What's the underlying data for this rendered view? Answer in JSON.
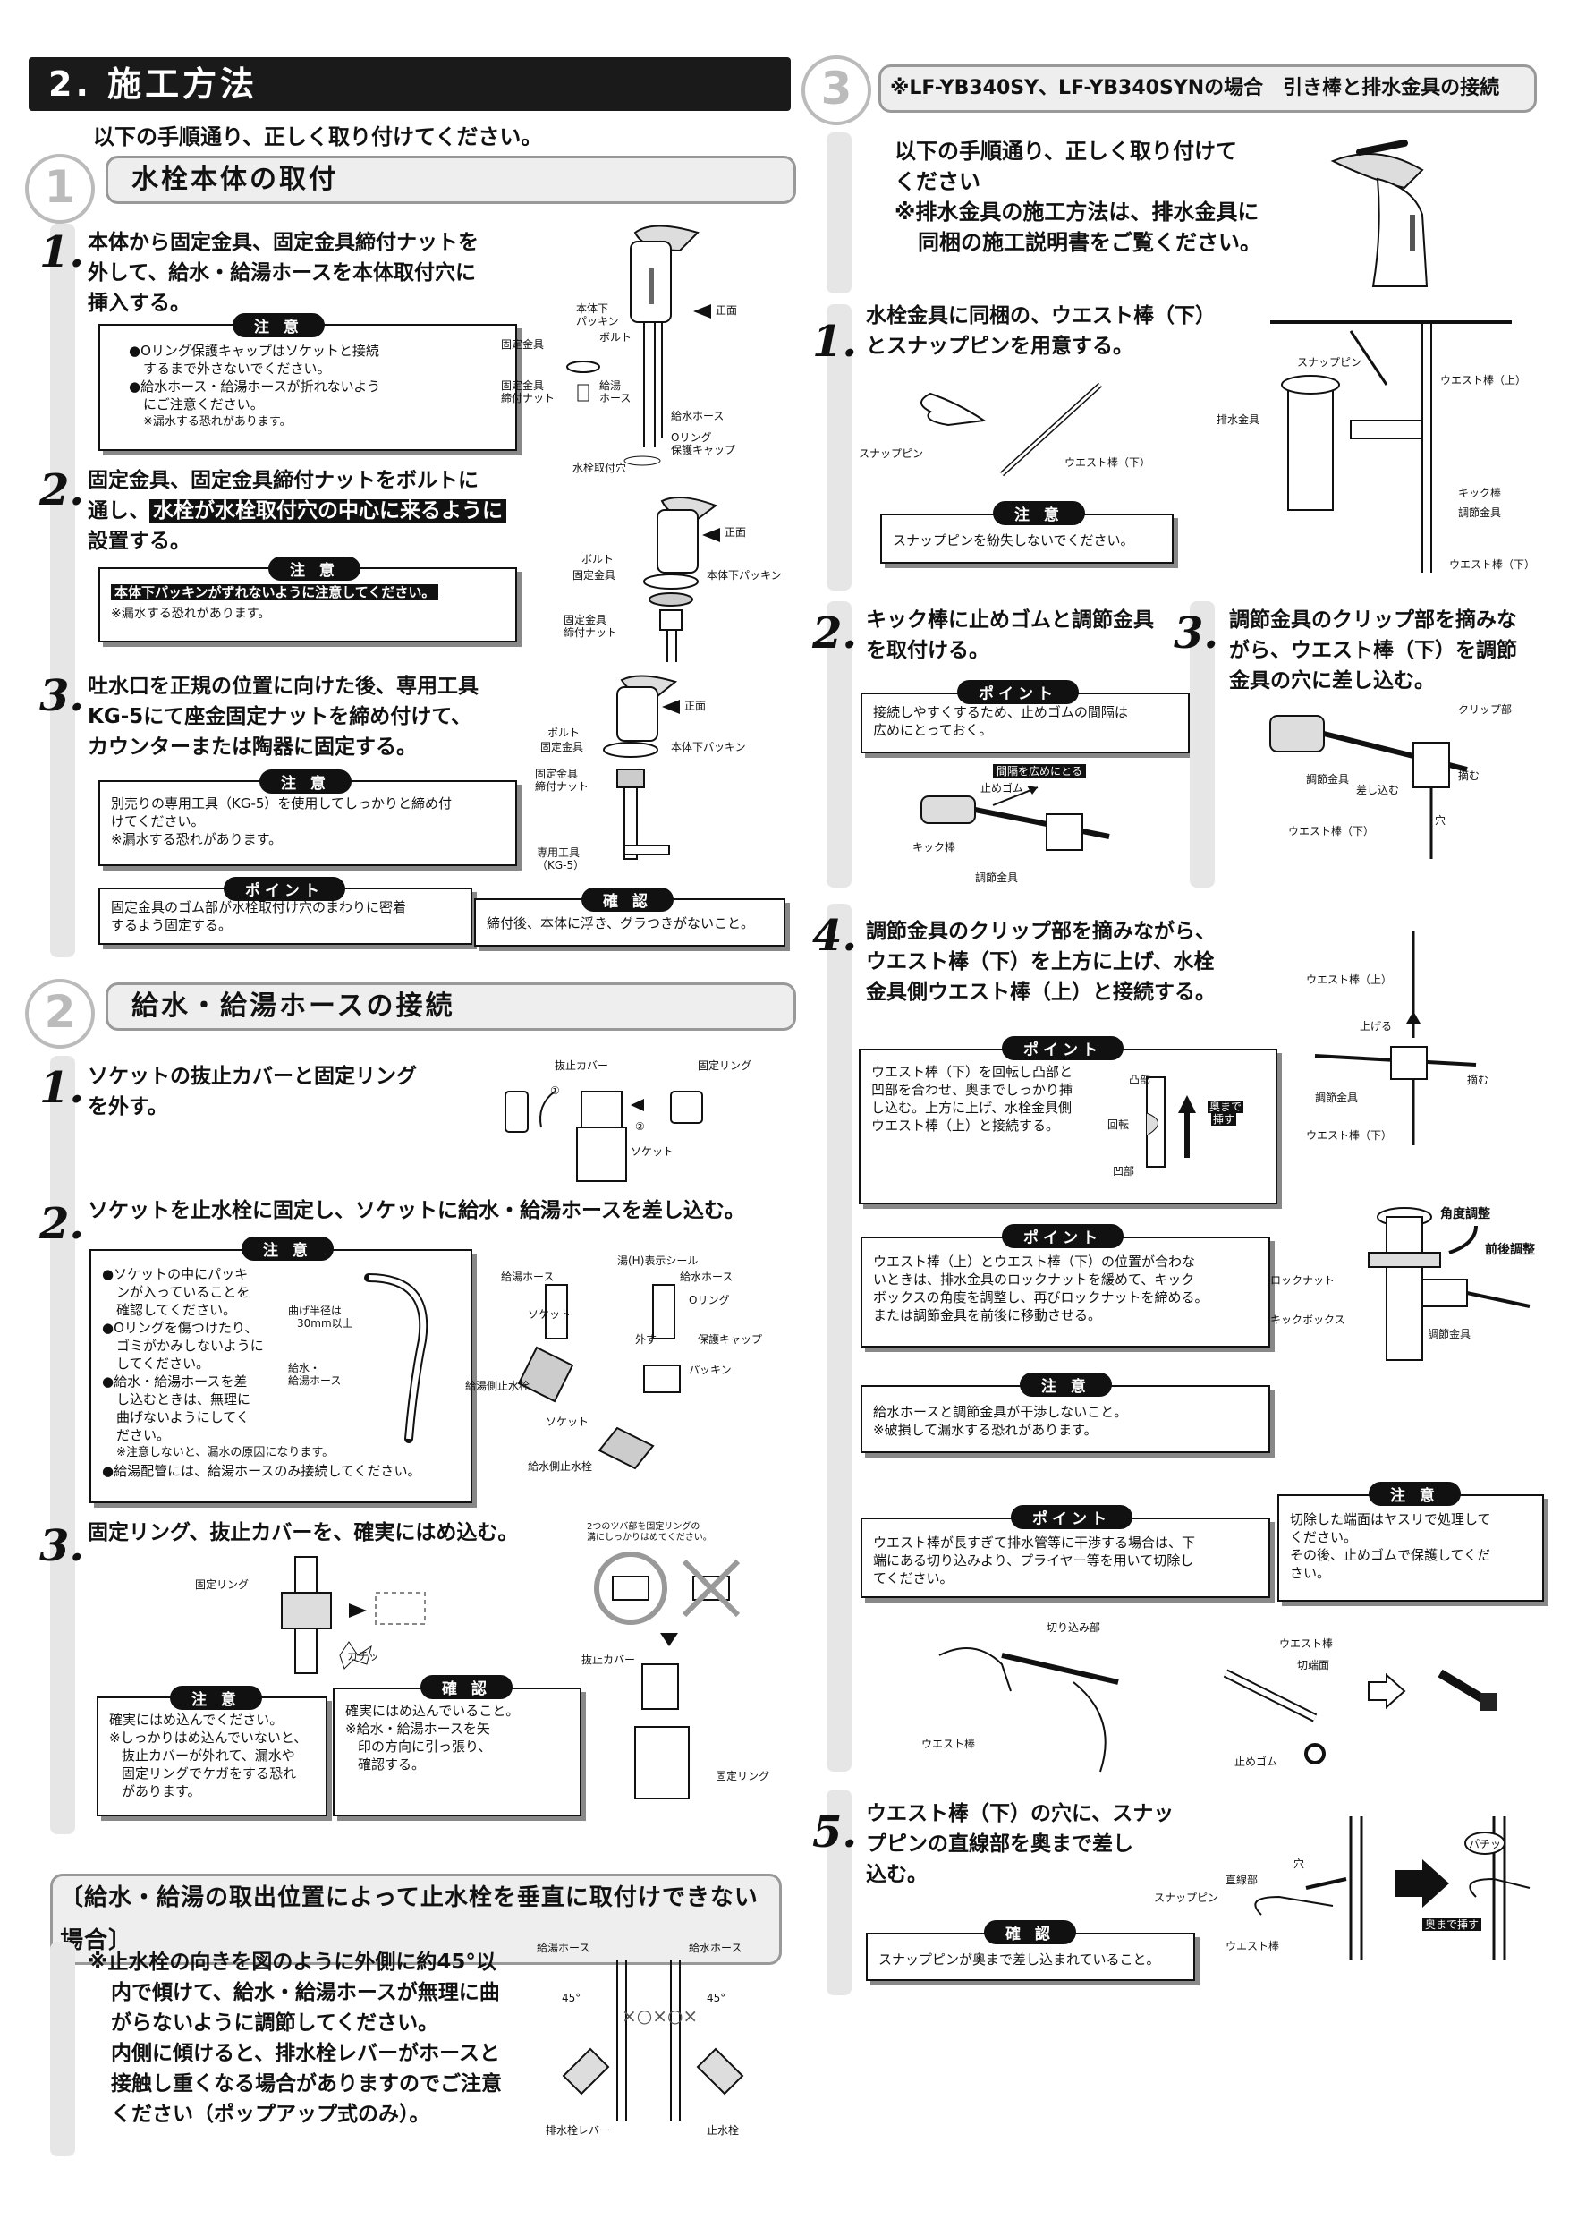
{
  "left": {
    "title": "2. 施工方法",
    "intro": "以下の手順通り、正しく取り付けてください。",
    "sec1": {
      "num": "1",
      "title": "水栓本体の取付",
      "step1": {
        "num": "1.",
        "l1": "本体から固定金具、固定金具締付ナットを",
        "l2": "外して、給水・給湯ホースを本体取付穴に",
        "l3": "挿入する。"
      },
      "note1": {
        "tag": "注 意",
        "l1": "●Oリング保護キャップはソケットと接続",
        "l2": "するまで外さないでください。",
        "l3": "●給水ホース・給湯ホースが折れないよう",
        "l4": "にご注意ください。",
        "l5": "※漏水する恐れがあります。"
      },
      "fig1": {
        "a": "本体下",
        "b": "パッキン",
        "c": "ボルト",
        "d": "正面",
        "e": "固定金具",
        "f": "固定金具",
        "g": "締付ナット",
        "h": "給湯",
        "i": "ホース",
        "j": "給水ホース",
        "k": "Oリング",
        "l": "保護キャップ",
        "m": "水栓取付穴"
      },
      "step2": {
        "num": "2.",
        "l1": "固定金具、固定金具締付ナットをボルトに",
        "l2a": "通し、",
        "l2b": "水栓が水栓取付穴の中心に来るように",
        "l3": "設置する。"
      },
      "note2": {
        "tag": "注 意",
        "l1": "本体下パッキンがずれないように注意してください。",
        "l2": "※漏水する恐れがあります。"
      },
      "fig2": {
        "a": "正面",
        "b": "ボルト",
        "c": "固定金具",
        "d": "本体下パッキン",
        "e": "固定金具",
        "f": "締付ナット"
      },
      "step3": {
        "num": "3.",
        "l1": "吐水口を正規の位置に向けた後、専用工具",
        "l2": "KG-5にて座金固定ナットを締め付けて、",
        "l3": "カウンターまたは陶器に固定する。"
      },
      "note3": {
        "tag": "注 意",
        "l1": "別売りの専用工具（KG-5）を使用してしっかりと締め付",
        "l2": "けてください。",
        "l3": "※漏水する恐れがあります。"
      },
      "fig3": {
        "a": "正面",
        "b": "ボルト",
        "c": "固定金具",
        "d": "本体下パッキン",
        "e": "固定金具",
        "f": "締付ナット",
        "g": "専用工具",
        "h": "（KG-5）"
      },
      "point3": {
        "tag": "ポイント",
        "l1": "固定金具のゴム部が水栓取付け穴のまわりに密着",
        "l2": "するよう固定する。"
      },
      "check3": {
        "tag": "確 認",
        "l1": "締付後、本体に浮き、グラつきがないこと。"
      }
    },
    "sec2": {
      "num": "2",
      "title": "給水・給湯ホースの接続",
      "step1": {
        "num": "1.",
        "l1": "ソケットの抜止カバーと固定リング",
        "l2": "を外す。"
      },
      "fig1": {
        "a": "抜止カバー",
        "b": "固定リング",
        "c": "ソケット",
        "d": "①",
        "e": "②"
      },
      "step2": {
        "num": "2.",
        "l1": "ソケットを止水栓に固定し、ソケットに給水・給湯ホースを差し込む。"
      },
      "note2": {
        "tag": "注 意",
        "l1": "●ソケットの中にパッキ",
        "l2": "ンが入っていることを",
        "l3": "確認してください。",
        "l4": "●Oリングを傷つけたり、",
        "l5": "ゴミがかみしないように",
        "l6": "してください。",
        "l7": "●給水・給湯ホースを差",
        "l8": "し込むときは、無理に",
        "l9": "曲げないようにしてく",
        "l10": "ださい。",
        "l11": "※注意しないと、漏水の原因になります。",
        "l12": "●給湯配管には、給湯ホースのみ接続してください。",
        "r1": "曲げ半径は",
        "r2": "30mm以上",
        "r3": "給水・",
        "r4": "給湯ホース"
      },
      "fig2": {
        "a": "給湯ホース",
        "b": "湯(H)表示シール",
        "c": "給水ホース",
        "d": "ソケット",
        "e": "Oリング",
        "f": "外す",
        "g": "保護キャップ",
        "h": "給湯側止水栓",
        "i": "パッキン",
        "j": "ソケット",
        "k": "給水側止水栓"
      },
      "step3": {
        "num": "3.",
        "l1": "固定リング、抜止カバーを、確実にはめ込む。"
      },
      "fig3": {
        "a": "固定リング",
        "b": "カチッ",
        "c": "2つのツバ部を固定リングの",
        "d": "溝にしっかりはめてください。",
        "e": "抜止カバー",
        "f": "固定リング"
      },
      "note3": {
        "tag": "注 意",
        "l1": "確実にはめ込んでください。",
        "l2": "※しっかりはめ込んでいないと、",
        "l3": "抜止カバーが外れて、漏水や",
        "l4": "固定リングでケガをする恐れ",
        "l5": "があります。"
      },
      "check3": {
        "tag": "確 認",
        "l1": "確実にはめ込んでいること。",
        "l2": "※給水・給湯ホースを矢",
        "l3": "印の方向に引っ張り、",
        "l4": "確認する。"
      }
    },
    "sec3": {
      "title": "〔給水・給湯の取出位置によって止水栓を垂直に取付けできない場合〕",
      "l1": "※止水栓の向きを図のように外側に約45°以",
      "l2": "内で傾けて、給水・給湯ホースが無理に曲",
      "l3": "がらないように調節してください。",
      "l4": "内側に傾けると、排水栓レバーがホースと",
      "l5": "接触し重くなる場合がありますのでご注意",
      "l6": "ください（ポップアップ式のみ）。",
      "fig": {
        "a": "給湯ホース",
        "b": "給水ホース",
        "c": "45°",
        "d": "45°",
        "e": "排水栓レバー",
        "f": "止水栓"
      }
    }
  },
  "right": {
    "sec3": {
      "num": "3",
      "title": "※LF-YB340SY、LF-YB340SYNの場合　引き棒と排水金具の接続",
      "intro1": "以下の手順通り、正しく取り付けて",
      "intro2": "ください",
      "intro3": "※排水金具の施工方法は、排水金具に",
      "intro4": "同梱の施工説明書をご覧ください。",
      "step1": {
        "num": "1.",
        "l1": "水栓金具に同梱の、ウエスト棒（下）",
        "l2": "とスナップピンを用意する。"
      },
      "fig1": {
        "a": "スナップピン",
        "b": "ウエスト棒（下）"
      },
      "note1": {
        "tag": "注 意",
        "l1": "スナップピンを紛失しないでください。"
      },
      "figA": {
        "a": "スナップピン",
        "b": "ウエスト棒（上）",
        "c": "排水金具",
        "d": "キック棒",
        "e": "調節金具",
        "f": "ウエスト棒（下）"
      },
      "step2": {
        "num": "2.",
        "l1": "キック棒に止めゴムと調節金具",
        "l2": "を取付ける。"
      },
      "point2": {
        "tag": "ポイント",
        "l1": "接続しやすくするため、止めゴムの間隔は",
        "l2": "広めにとっておく。"
      },
      "fig2": {
        "a": "間隔を広めにとる",
        "b": "止めゴム",
        "c": "キック棒",
        "d": "調節金具"
      },
      "step3": {
        "num": "3.",
        "l1": "調節金具のクリップ部を摘みな",
        "l2": "がら、ウエスト棒（下）を調節",
        "l3": "金具の穴に差し込む。"
      },
      "fig3": {
        "a": "クリップ部",
        "b": "調節金具",
        "c": "差し込む",
        "d": "摘む",
        "e": "ウエスト棒（下）",
        "f": "穴"
      },
      "step4": {
        "num": "4.",
        "l1": "調節金具のクリップ部を摘みながら、",
        "l2": "ウエスト棒（下）を上方に上げ、水栓",
        "l3": "金具側ウエスト棒（上）と接続する。"
      },
      "fig4": {
        "a": "ウエスト棒（上）",
        "b": "上げる",
        "c": "摘む",
        "d": "調節金具",
        "e": "ウエスト棒（下）"
      },
      "point4a": {
        "tag": "ポイント",
        "l1": "ウエスト棒（下）を回転し凸部と",
        "l2": "凹部を合わせ、奥までしっかり挿",
        "l3": "し込む。上方に上げ、水栓金具側",
        "l4": "ウエスト棒（上）と接続する。",
        "f1": "凸部",
        "f2": "回転",
        "f3": "凹部",
        "f4": "奥まで",
        "f5": "挿す"
      },
      "point4b": {
        "tag": "ポイント",
        "l1": "ウエスト棒（上）とウエスト棒（下）の位置が合わな",
        "l2": "いときは、排水金具のロックナットを緩めて、キック",
        "l3": "ボックスの角度を調整し、再びロックナットを締める。",
        "l4": "または調節金具を前後に移動させる。"
      },
      "fig4b": {
        "a": "角度調整",
        "b": "前後調整",
        "c": "ロックナット",
        "d": "キックボックス",
        "e": "調節金具"
      },
      "note4": {
        "tag": "注 意",
        "l1": "給水ホースと調節金具が干渉しないこと。",
        "l2": "※破損して漏水する恐れがあります。"
      },
      "point4c": {
        "tag": "ポイント",
        "l1": "ウエスト棒が長すぎて排水管等に干渉する場合は、下",
        "l2": "端にある切り込みより、プライヤー等を用いて切除し",
        "l3": "てください。"
      },
      "note4c": {
        "tag": "注 意",
        "l1": "切除した端面はヤスリで処理して",
        "l2": "ください。",
        "l3": "その後、止めゴムで保護してくだ",
        "l4": "さい。"
      },
      "fig4c": {
        "a": "切り込み部",
        "b": "ウエスト棒",
        "c": "ウエスト棒",
        "d": "切端面",
        "e": "止めゴム"
      },
      "step5": {
        "num": "5.",
        "l1": "ウエスト棒（下）の穴に、スナッ",
        "l2": "プピンの直線部を奥まで差し",
        "l3": "込む。"
      },
      "fig5": {
        "a": "穴",
        "b": "直線部",
        "c": "スナップピン",
        "d": "ウエスト棒",
        "e": "パチッ",
        "f": "奥まで挿す"
      },
      "check5": {
        "tag": "確 認",
        "l1": "スナップピンが奥まで差し込まれていること。"
      }
    }
  }
}
